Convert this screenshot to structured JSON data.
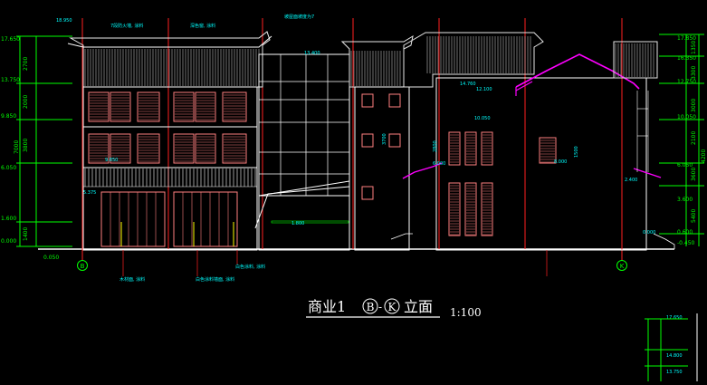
{
  "drawing": {
    "title_main": "商业1",
    "title_axis_from": "B",
    "title_dash": "-",
    "title_axis_to": "K",
    "title_suffix": "立面",
    "scale": "1:100"
  },
  "axes": {
    "left": "B",
    "right": "K"
  },
  "elevations_left": [
    "17.650",
    "13.750",
    "9.850",
    "6.050",
    "1.600",
    "0.000",
    "0.050"
  ],
  "dims_left": [
    "2700",
    "2000",
    "3800",
    "7000",
    "1400"
  ],
  "elevations_right": [
    "17.850",
    "16.350",
    "12.750",
    "10.050",
    "6.050",
    "3.600",
    "0.600",
    "-0.450"
  ],
  "dims_right": [
    "1350",
    "3300",
    "3000",
    "2100",
    "3600",
    "5400",
    "4200"
  ],
  "callouts": [
    "18.950",
    "7段防火墙, 涂料",
    "深色窗, 涂料",
    "坡屋面坡度为7",
    "13.400",
    "14.760",
    "12.100",
    "10.050",
    "9.850",
    "8.000",
    "6.000",
    "5.375",
    "1.800",
    "2.400",
    "0.000",
    "2800",
    "3700",
    "1500",
    "木材面, 涂料",
    "白色涂料墙面, 涂料",
    "白色涂料, 涂料",
    "17.650",
    "14.800",
    "13.750"
  ],
  "colors": {
    "background": "#000000",
    "dimension": "#00ff00",
    "wall": "#ffffff",
    "window": "#ff8080",
    "gable": "#ff00ff",
    "axis": "#ff2020",
    "text": "#00ffff",
    "roof": "#e8e8e8"
  }
}
